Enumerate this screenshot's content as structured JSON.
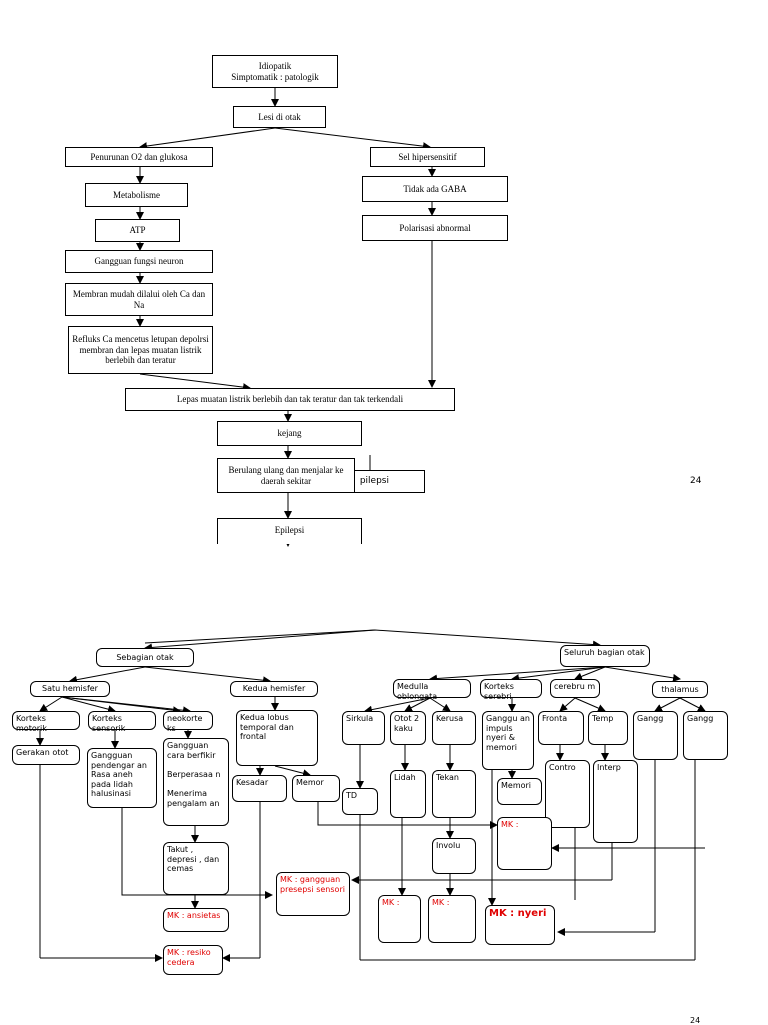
{
  "top_chart": {
    "cause": "Idiopatik\nSimptomatik : patologik",
    "lesion": "Lesi di otak",
    "left_branch": [
      "Penurunan O2 dan glukosa",
      "Metabolisme",
      "ATP",
      "Gangguan fungsi neuron",
      "Membran mudah dilalui oleh Ca dan Na",
      "Refluks Ca mencetus letupan depolrsi membran dan lepas muatan listrik berlebih dan teratur"
    ],
    "right_branch": [
      "Sel hipersensitif",
      "Tidak ada GABA",
      "Polarisasi abnormal"
    ],
    "merge": "Lepas muatan listrik berlebih dan tak teratur dan tak terkendali",
    "kejang": "kejang",
    "repeat": "Berulang ulang dan menjalar ke daerah sekitar",
    "hidden_epilepsi": "pilepsi",
    "epilepsi": "Epilepsi",
    "page_number": "24"
  },
  "bottom_chart": {
    "left_root": "Sebagian otak",
    "right_root": "Seluruh bagian otak",
    "satu_hemisfer": "Satu hemisfer",
    "kedua_hemisfer": "Kedua hemisfer",
    "korteks_motorik": "Korteks motorik",
    "korteks_sensorik": "Korteks sensorik",
    "neokorteks": "neokorte ks",
    "gerakan_otot": "Gerakan otot",
    "sensorik_symptoms": "Gangguan pendengar an\nRasa aneh pada lidah halusinasi",
    "neokorteks_symptoms": "Gangguan cara berfikir\n\nBerperasaa n\n\nMenerima pengalam an",
    "takut": "Takut , depresi , dan cemas",
    "mk_ansietas": "MK : ansietas",
    "mk_resiko": "MK : resiko cedera",
    "kedua_lobus": "Kedua lobus temporal dan frontal",
    "kesadar": "Kesadar",
    "memor": "Memor",
    "mk_persepsi": "MK : gangguan presepsi sensori",
    "medulla": "Medulla oblongata",
    "korteks_serebri": "Korteks serebri",
    "cerebrum": "cerebru m",
    "thalamus": "thalamus",
    "sirkula": "Sirkula",
    "otot_kaku": "Otot 2 kaku",
    "kerusa": "Kerusa",
    "gangguan_impuls": "Ganggu an impuls nyeri & memori",
    "fronta": "Fronta",
    "temp": "Temp",
    "gangg1": "Gangg",
    "gangg2": "Gangg",
    "td": "TD",
    "lidah": "Lidah",
    "tekan": "Tekan",
    "memori": "Memori",
    "contro": "Contro",
    "interp": "Interp",
    "involu": "Involu",
    "mk_mid": "MK :",
    "mk_lidah": "MK :",
    "mk_tekan": "MK :",
    "mk_nyeri": "MK : nyeri",
    "page_number": "24"
  }
}
